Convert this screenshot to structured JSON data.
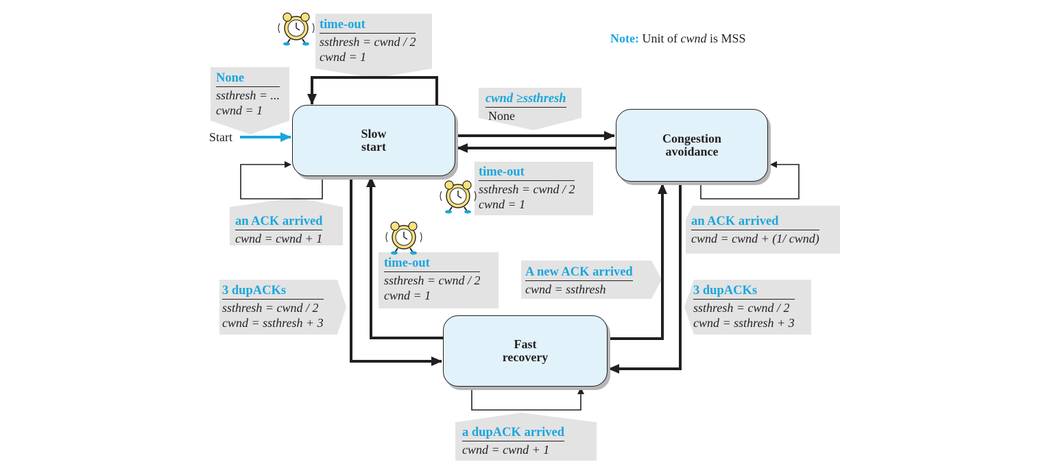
{
  "note": {
    "label": "Note:",
    "pre": "Unit of",
    "unit_var": "cwnd",
    "post": "is MSS"
  },
  "start_label": "Start",
  "states": {
    "slow_start": "Slow\nstart",
    "congestion_avoidance": "Congestion\navoidance",
    "fast_recovery": "Fast\nrecovery"
  },
  "transitions": {
    "initial": {
      "trigger": "None",
      "actions": [
        "ssthresh = ...",
        "cwnd = 1"
      ]
    },
    "ss_timeout": {
      "trigger": "time-out",
      "actions": [
        "ssthresh = cwnd / 2",
        "cwnd = 1"
      ]
    },
    "ss_ack": {
      "trigger": "an ACK arrived",
      "actions": [
        "cwnd = cwnd + 1"
      ]
    },
    "ss_to_ca": {
      "trigger": "cwnd ≥ssthresh",
      "actions": [
        "None"
      ]
    },
    "ca_timeout": {
      "trigger": "time-out",
      "actions": [
        "ssthresh = cwnd / 2",
        "cwnd = 1"
      ]
    },
    "ca_ack": {
      "trigger": "an ACK arrived",
      "actions": [
        "cwnd = cwnd + (1/ cwnd)"
      ]
    },
    "fr_timeout": {
      "trigger": "time-out",
      "actions": [
        "ssthresh = cwnd / 2",
        "cwnd = 1"
      ]
    },
    "ss_dup": {
      "trigger": "3 dupACKs",
      "actions": [
        "ssthresh = cwnd / 2",
        "cwnd = ssthresh + 3"
      ]
    },
    "fr_newack": {
      "trigger": "A new ACK arrived",
      "actions": [
        "cwnd = ssthresh"
      ]
    },
    "ca_dup": {
      "trigger": "3 dupACKs",
      "actions": [
        "ssthresh = cwnd / 2",
        "cwnd = ssthresh + 3"
      ]
    },
    "fr_dupack": {
      "trigger": "a dupACK arrived",
      "actions": [
        "cwnd = cwnd + 1"
      ]
    }
  },
  "colors": {
    "accent": "#1aa6de",
    "state_fill": "#e2f2fb",
    "label_bg": "#e3e3e3",
    "line": "#231f20"
  }
}
